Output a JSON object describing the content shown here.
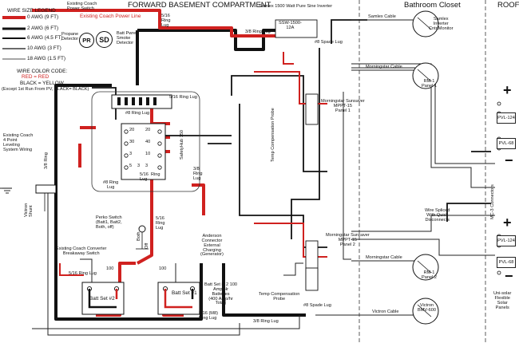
{
  "header": {
    "forward_basement": "FORWARD BASEMENT COMPARTMENT",
    "bathroom_closet": "Bathroom Closet",
    "roof": "ROOF"
  },
  "legend": {
    "title": "WIRE SIZE LEGEND",
    "items": [
      {
        "label": "0  AWG (9 FT)",
        "color": "#d0211f"
      },
      {
        "label": "2  AWG (6 FT)",
        "color": "#111111"
      },
      {
        "label": "6  AWG (4.5 FT)",
        "color": "#111111"
      },
      {
        "label": "10  AWG (3 FT)",
        "color": "#111111"
      },
      {
        "label": "18  AWG (1.5 FT)",
        "color": "#111111"
      }
    ],
    "color_code_title": "WIRE COLOR CODE:",
    "red_line": "RED = RED",
    "black_line": "BLACK = YELLOW",
    "except_note": "(Except 1st Run From PV, BLACK= BLACK)"
  },
  "labels": {
    "existing_coach_power_switch": "Existing Coach\nPower Switch",
    "existing_coach_power_line": "Existing Coach Power Line",
    "propane_detector": "Propane\nDetector",
    "pr_badge": "PR",
    "sd_badge": "SD",
    "batt_smoke_detector": "Batt Pwred\nSmoke\nDetector",
    "ring_lug_5_16_top": "5/16\nRing\nLug",
    "ring_lug_3_8_top": "3/8 Ring Lug",
    "inverter_name": "Samlex 1500 Watt Pure Sine Inverter",
    "inverter_model": "SSW-1500-\n12A",
    "samlex_cable": "Samlex Cable",
    "samlex_remote": "Samlex\nInverter\nCntrlMonitor",
    "spade_lug_8_top": "#8 Spade Lug",
    "morningstar_cable_1": "Morningstar Cable",
    "rm1_panel1": "RM-1\nPanel 1",
    "controller_1": "Morningstar Sunsaver\nMPPT-15\nPanel 1",
    "temp_comp_probe_vertical": "Temp Compensation Probe",
    "ring_lug_8_busbar": "#8 Ring Lug",
    "ring_lug_5_16_busbar": "5/16  Ring Lug",
    "fuse_20a": "20",
    "fuse_30a": "30",
    "fuse_3a": "3",
    "fuse_5a": "5",
    "fuse_40a": "40",
    "fuse_20b": "20",
    "fuse_10a": "10",
    "fuse_3b": "3",
    "fuse_3c": "3",
    "fuse_bus_label": "SafetyHub 150",
    "existing_coach_leveling": "Existing Coach\n4 Point\nLeveling\nSystem Wiring",
    "ring_lug_3_8_left": "3/8 Ring",
    "ring_lug_8_lower": "#8 Ring\nLug",
    "ring_lug_5_16_lower": "5/16  Ring\nLug",
    "ring_lug_3_8_right": "3/8\nRing\nLug",
    "victron_shunt": "Victron\nShunt",
    "perko_switch": "Perko Switch\n(Batt1, Batt2,\nBoth, off)",
    "both_label": "Both",
    "off_label": "Off",
    "ring_lug_5_16_perko": "5/16\nRing\nLug",
    "anderson_connector": "Anderson\nConnector\nExternal\nCharging\n(Generator)",
    "existing_converter_switch": "Existing Coach Converter\nBreakaway Switch",
    "ring_lug_5_16_batt2": "5/16 Ring Lug",
    "amp_100_a": "100",
    "amp_100_b": "100",
    "batt_set_2": "Batt Set #2",
    "batt_set_1": "Batt Set #1",
    "batt_set_desc": "Batt Set is 2 100\nAmp/Hr\nBatteries\n(400 Amp/hr\nTotal)",
    "ring_lug_5_16_m8": "5/16 (M8)\nRing Lug",
    "ring_lug_3_8_bottom": "3/8 Ring Lug",
    "wire_spliced": "Wire Spliced\nWith Quick\nDisconnects",
    "controller_2": "Morningstar Sunsaver\nMPPT-15\nPanel 2",
    "morningstar_cable_2": "Morningstar Cable",
    "rm1_panel2": "RM-1\nPanel 2",
    "temp_comp_probe_bottom": "Temp Compensation\nProbe",
    "spade_lug_8_bottom": "#8 Spade Lug",
    "victron_cable": "Victron Cable",
    "victron_bmv": "Victron\nBMV-600",
    "mc3_connectors": "MC-3 Connectors",
    "pv_124_top": "PVL-124",
    "pv_68_top": "PVL-68",
    "pv_124_bottom": "PVL-124",
    "pv_68_bottom": "PVL-68",
    "plus_top": "+",
    "minus_top": "−",
    "plus_bottom": "+",
    "minus_bottom": "−",
    "unisolar_panels": "Uni-solar\nFlexible\nSolar\nPanels"
  },
  "colors": {
    "positive_wire": "#d0211f",
    "negative_wire": "#111111",
    "thin_wire": "#222222"
  }
}
